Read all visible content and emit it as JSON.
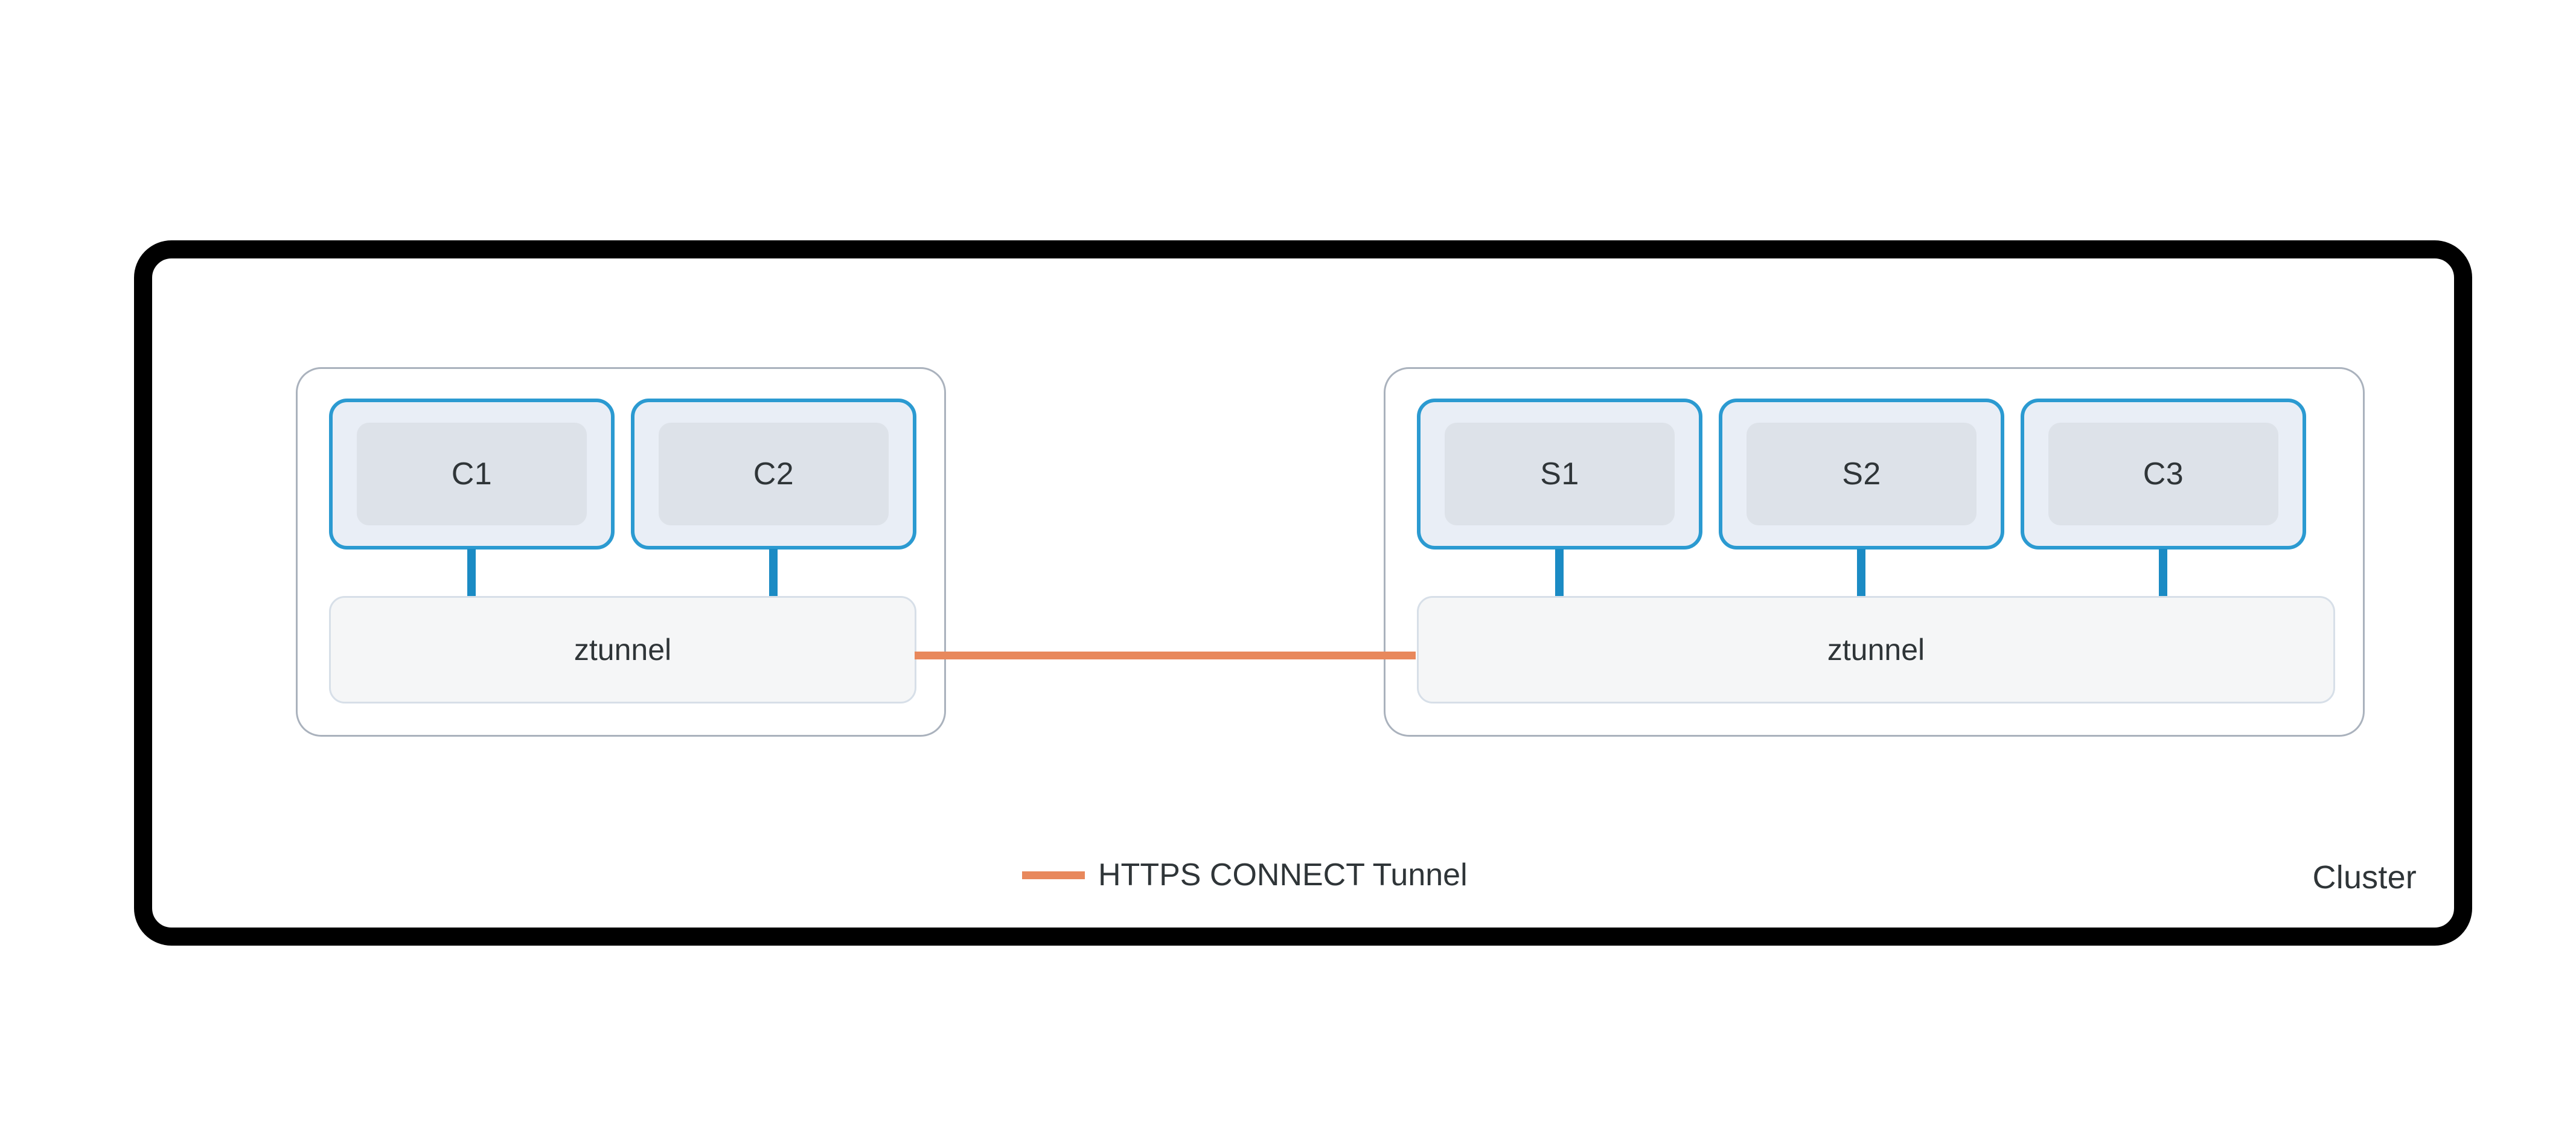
{
  "diagram": {
    "cluster": {
      "label": "Cluster",
      "border_color": "#000000"
    },
    "node_groups": [
      {
        "name": "left-node",
        "workloads": [
          {
            "label": "C1"
          },
          {
            "label": "C2"
          }
        ],
        "ztunnel": {
          "label": "ztunnel"
        }
      },
      {
        "name": "right-node",
        "workloads": [
          {
            "label": "S1"
          },
          {
            "label": "S2"
          },
          {
            "label": "C3"
          }
        ],
        "ztunnel": {
          "label": "ztunnel"
        }
      }
    ],
    "connection": {
      "label": "HTTPS CONNECT Tunnel",
      "color": "#e8885c"
    },
    "legend": {
      "items": [
        {
          "label": "HTTPS CONNECT Tunnel",
          "color": "#e8885c"
        }
      ]
    },
    "colors": {
      "workload_border": "#2b9ad1",
      "workload_fill": "#e9eef6",
      "workload_inner_fill": "#dde2e9",
      "connector_stub": "#1b8bc4",
      "group_border": "#aab2bd",
      "ztunnel_fill": "#f5f6f7",
      "ztunnel_border": "#d7dfe8",
      "text": "#2f3538",
      "background": "#ffffff"
    }
  }
}
